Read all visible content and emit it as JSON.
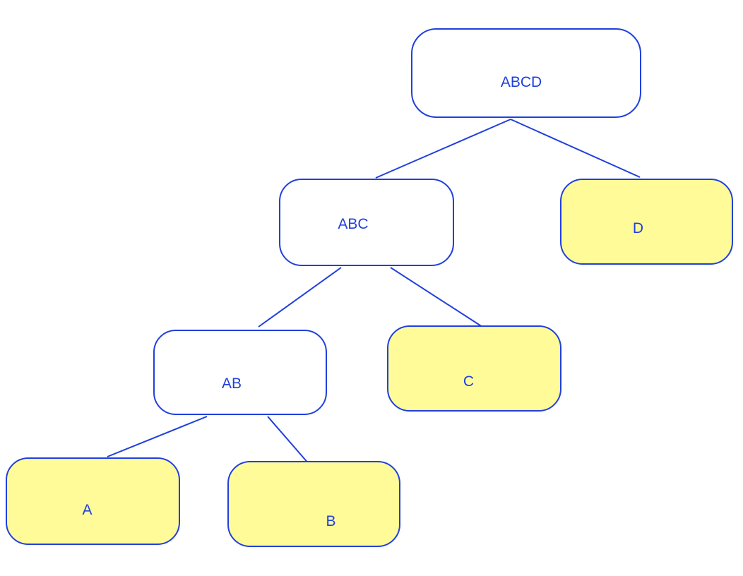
{
  "diagram": {
    "type": "tree",
    "nodes": {
      "abcd": {
        "label": "ABCD",
        "highlighted": false
      },
      "abc": {
        "label": "ABC",
        "highlighted": false
      },
      "d": {
        "label": "D",
        "highlighted": true
      },
      "ab": {
        "label": "AB",
        "highlighted": false
      },
      "c": {
        "label": "C",
        "highlighted": true
      },
      "a": {
        "label": "A",
        "highlighted": true
      },
      "b": {
        "label": "B",
        "highlighted": true
      }
    },
    "edges": [
      {
        "from": "ABCD",
        "to": "ABC"
      },
      {
        "from": "ABCD",
        "to": "D"
      },
      {
        "from": "ABC",
        "to": "AB"
      },
      {
        "from": "ABC",
        "to": "C"
      },
      {
        "from": "AB",
        "to": "A"
      },
      {
        "from": "AB",
        "to": "B"
      }
    ],
    "colors": {
      "outline": "#2040dd",
      "text": "#2040dd",
      "highlight_fill": "#fffb99",
      "plain_fill": "#ffffff",
      "background": "#ffffff"
    }
  }
}
